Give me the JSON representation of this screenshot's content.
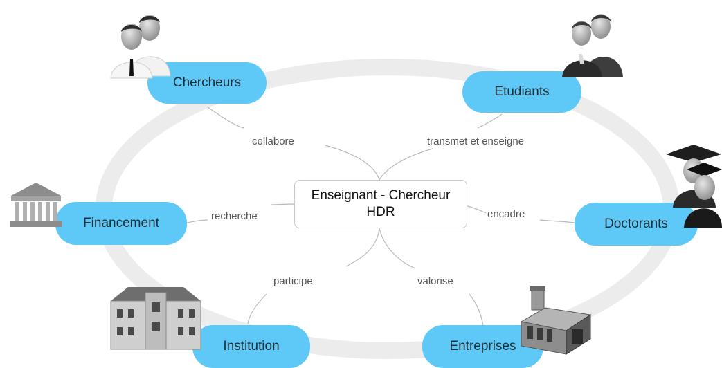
{
  "center": {
    "line1": "Enseignant - Chercheur",
    "line2": "HDR"
  },
  "nodes": {
    "chercheurs": "Chercheurs",
    "etudiants": "Etudiants",
    "financement": "Financement",
    "doctorants": "Doctorants",
    "institution": "Institution",
    "entreprises": "Entreprises"
  },
  "relations": {
    "collabore": "collabore",
    "transmet": "transmet et enseigne",
    "recherche": "recherche",
    "encadre": "encadre",
    "participe": "participe",
    "valorise": "valorise"
  },
  "colors": {
    "node_fill": "#5ec9f6",
    "ring": "#ececec",
    "connector": "#b9b9b9"
  },
  "icons": [
    "two-people-icon",
    "two-students-icon",
    "bank-building-icon",
    "graduates-icon",
    "university-building-icon",
    "factory-icon"
  ]
}
